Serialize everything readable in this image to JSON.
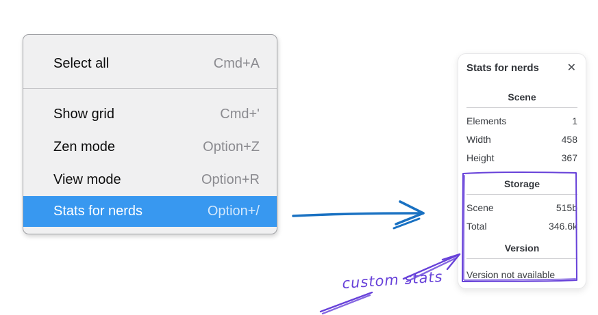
{
  "colors": {
    "menu_highlight": "#3898f0",
    "blue_arrow": "#1971c2",
    "purple_annotation": "#6741d9"
  },
  "menu": {
    "groups": [
      {
        "items": [
          {
            "label": "Select all",
            "shortcut": "Cmd+A"
          }
        ]
      },
      {
        "items": [
          {
            "label": "Show grid",
            "shortcut": "Cmd+'"
          },
          {
            "label": "Zen mode",
            "shortcut": "Option+Z"
          },
          {
            "label": "View mode",
            "shortcut": "Option+R"
          },
          {
            "label": "Stats for nerds",
            "shortcut": "Option+/",
            "highlighted": true
          }
        ]
      }
    ]
  },
  "stats_panel": {
    "title": "Stats for nerds",
    "close_icon": "✕",
    "sections": [
      {
        "header": "Scene",
        "rows": [
          {
            "label": "Elements",
            "value": "1"
          },
          {
            "label": "Width",
            "value": "458"
          },
          {
            "label": "Height",
            "value": "367"
          }
        ]
      },
      {
        "header": "Storage",
        "rows": [
          {
            "label": "Scene",
            "value": "515b"
          },
          {
            "label": "Total",
            "value": "346.6k"
          }
        ]
      },
      {
        "header": "Version",
        "note": "Version not available"
      }
    ]
  },
  "annotation": {
    "label": "custom stats"
  }
}
